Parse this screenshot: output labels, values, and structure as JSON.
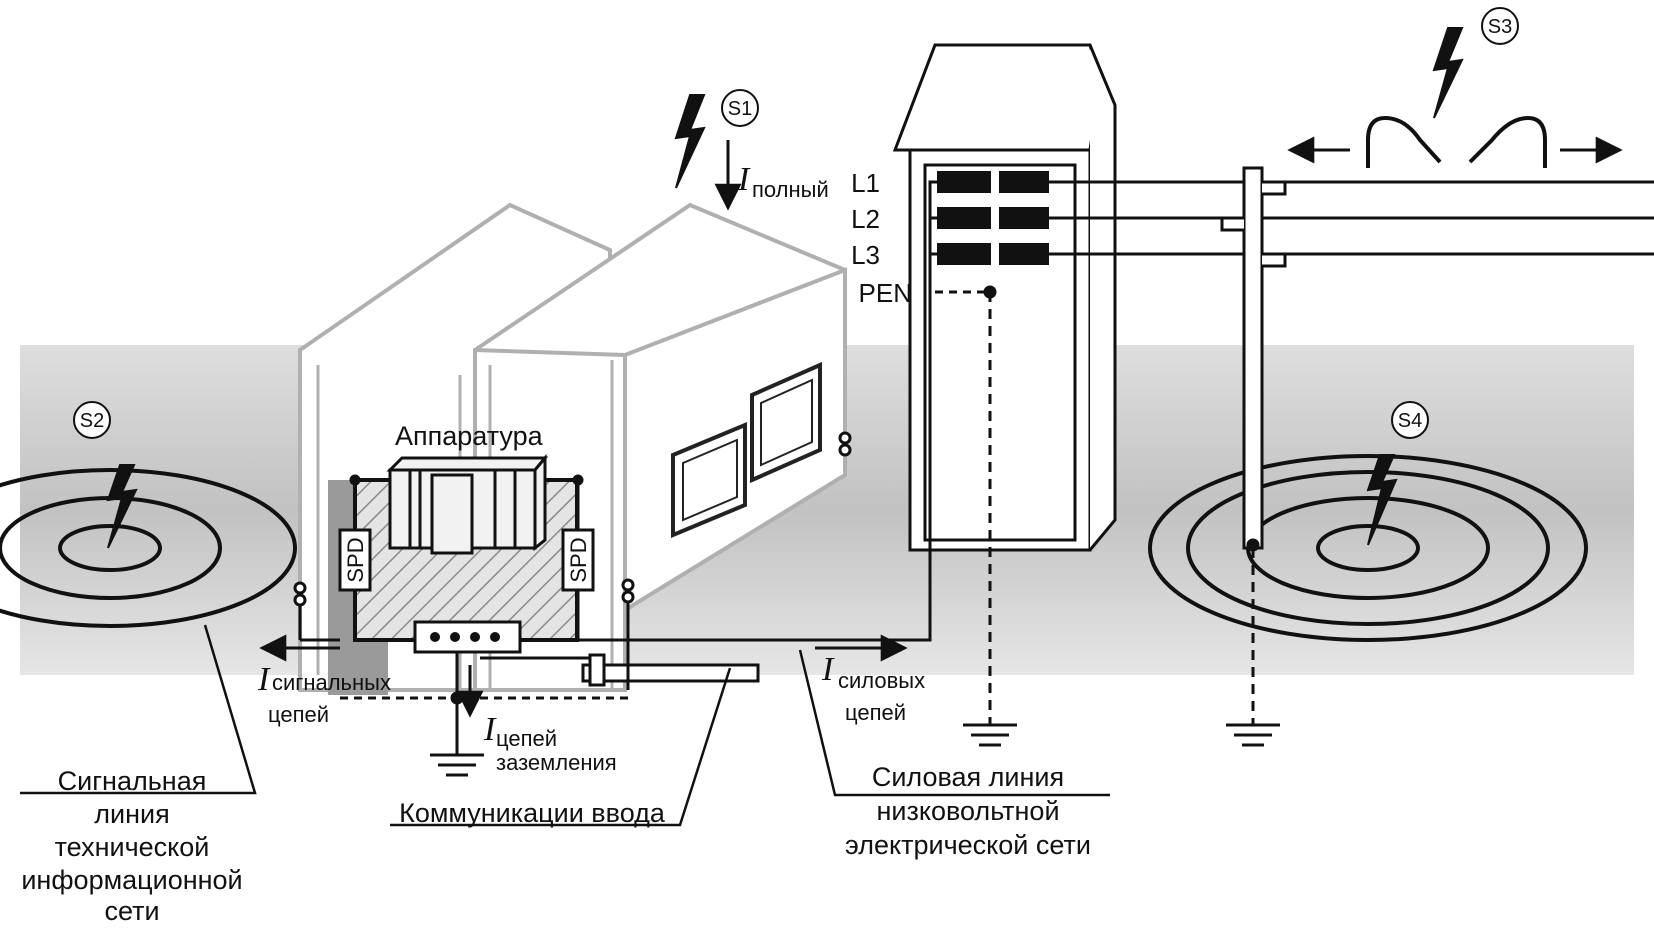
{
  "sources": {
    "s1": "S1",
    "s2": "S2",
    "s3": "S3",
    "s4": "S4"
  },
  "currents": {
    "symbol": "I",
    "total": "полный",
    "signal_1": "сигнальных",
    "signal_2": "цепей",
    "earth_1": "цепей",
    "earth_2": "заземления",
    "power_1": "силовых",
    "power_2": "цепей"
  },
  "equipment": {
    "title": "Аппаратура",
    "spd_left": "SPD",
    "spd_right": "SPD"
  },
  "substation": {
    "phases": [
      "L1",
      "L2",
      "L3"
    ],
    "neutral": "PEN"
  },
  "captions": {
    "signal_line": [
      "Сигнальная",
      "линия",
      "технической",
      "информационной",
      "сети"
    ],
    "inputs": "Коммуникации ввода",
    "power_line": [
      "Силовая линия",
      "низковольтной",
      "электрической сети"
    ]
  },
  "colors": {
    "line": "#111111",
    "ground_band": "#c8c8c8",
    "building_outline": "#b4b4b4",
    "hatch_fill": "#b0b0b0"
  }
}
